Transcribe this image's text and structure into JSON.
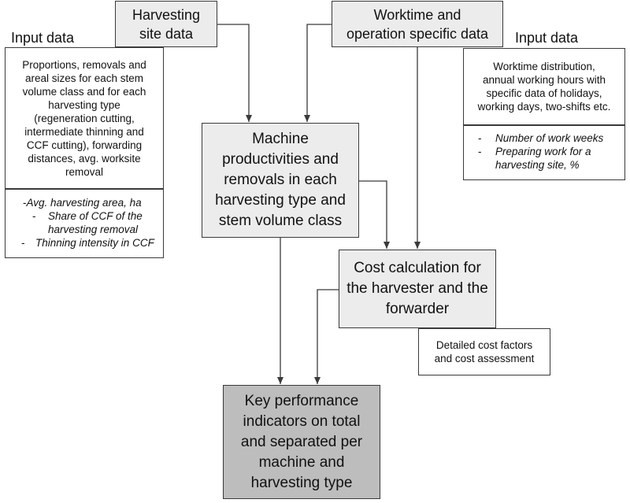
{
  "labels": {
    "input_left": "Input data",
    "input_right": "Input data"
  },
  "nodes": {
    "harvesting_site": [
      "Harvesting",
      "site data"
    ],
    "worktime": [
      "Worktime and",
      "operation specific data"
    ],
    "left_input": [
      "Proportions, removals and",
      "areal sizes for each stem",
      "volume class and for each",
      "harvesting type",
      "(regeneration cutting,",
      "intermediate thinning and",
      "CCF cutting), forwarding",
      "distances, avg. worksite",
      "removal"
    ],
    "right_input": [
      "Worktime distribution,",
      "annual working hours with",
      "specific data of holidays,",
      "working days, two-shifts etc."
    ],
    "machine": [
      "Machine",
      "productivities and",
      "removals in each",
      "harvesting type and",
      "stem volume class"
    ],
    "cost_calc": [
      "Cost calculation for",
      "the harvester and the",
      "forwarder"
    ],
    "cost_factors": [
      "Detailed cost factors",
      "and cost assessment"
    ],
    "kpi": [
      "Key performance",
      "indicators on total",
      "and separated per",
      "machine and",
      "harvesting type"
    ]
  },
  "left_params": [
    {
      "dash": "- ",
      "text": "Avg. harvesting area, ha"
    },
    {
      "dash": "-",
      "text": "Share of CCF of the"
    },
    {
      "dash": "",
      "text": "harvesting removal"
    },
    {
      "dash": "-",
      "text": "Thinning intensity in CCF"
    }
  ],
  "right_params": [
    {
      "dash": "-",
      "text": "Number of work weeks"
    },
    {
      "dash": "-",
      "text": "Preparing work for a"
    },
    {
      "dash": "",
      "text": "harvesting site, %"
    }
  ],
  "colors": {
    "box_grey": "#ececec",
    "box_dark": "#bdbdbd",
    "line": "#3a3a3a"
  }
}
